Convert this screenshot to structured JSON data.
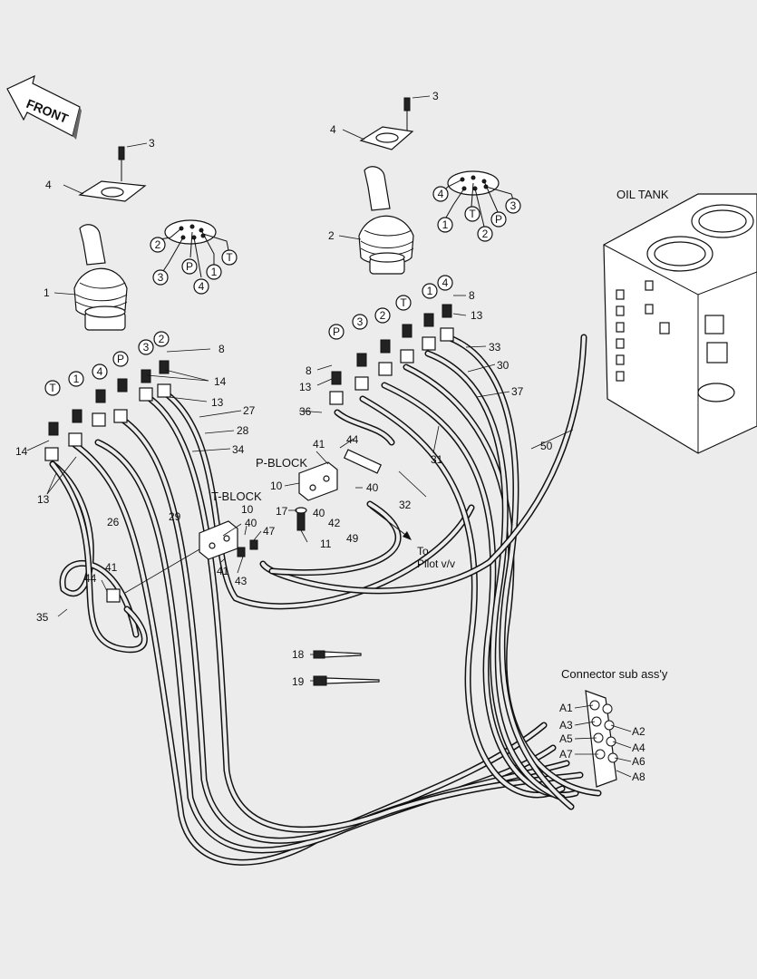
{
  "labels": {
    "front": "FRONT",
    "oil_tank": "OIL TANK",
    "p_block": "P-BLOCK",
    "t_block": "T-BLOCK",
    "to_pilot_1": "To",
    "to_pilot_2": "Pilot v/v",
    "connector_sub": "Connector sub ass'y"
  },
  "port_circles_left": [
    "2",
    "3",
    "P",
    "4",
    "1",
    "T"
  ],
  "port_circles_right": [
    "4",
    "1",
    "T",
    "2",
    "P",
    "3"
  ],
  "fitting_circles_left": [
    "T",
    "1",
    "4",
    "P",
    "3",
    "2"
  ],
  "fitting_circles_right": [
    "P",
    "3",
    "2",
    "T",
    "1",
    "4"
  ],
  "connector_ports": [
    "A1",
    "A3",
    "A5",
    "A7",
    "A2",
    "A4",
    "A6",
    "A8"
  ],
  "part_numbers": {
    "n1": "1",
    "n2": "2",
    "n3a": "3",
    "n3b": "3",
    "n4a": "4",
    "n4b": "4",
    "n8a": "8",
    "n8b": "8",
    "n8c": "8",
    "n10a": "10",
    "n10b": "10",
    "n11": "11",
    "n13a": "13",
    "n13b": "13",
    "n13c": "13",
    "n13d": "13",
    "n14a": "14",
    "n14b": "14",
    "n17": "17",
    "n18": "18",
    "n19": "19",
    "n26": "26",
    "n27": "27",
    "n28": "28",
    "n29": "29",
    "n30": "30",
    "n31": "31",
    "n32": "32",
    "n33": "33",
    "n34": "34",
    "n35": "35",
    "n36": "36",
    "n37": "37",
    "n40a": "40",
    "n40b": "40",
    "n40c": "40",
    "n41a": "41",
    "n41b": "41",
    "n41c": "41",
    "n42": "42",
    "n43": "43",
    "n44a": "44",
    "n44b": "44",
    "n47": "47",
    "n49": "49",
    "n50": "50"
  }
}
